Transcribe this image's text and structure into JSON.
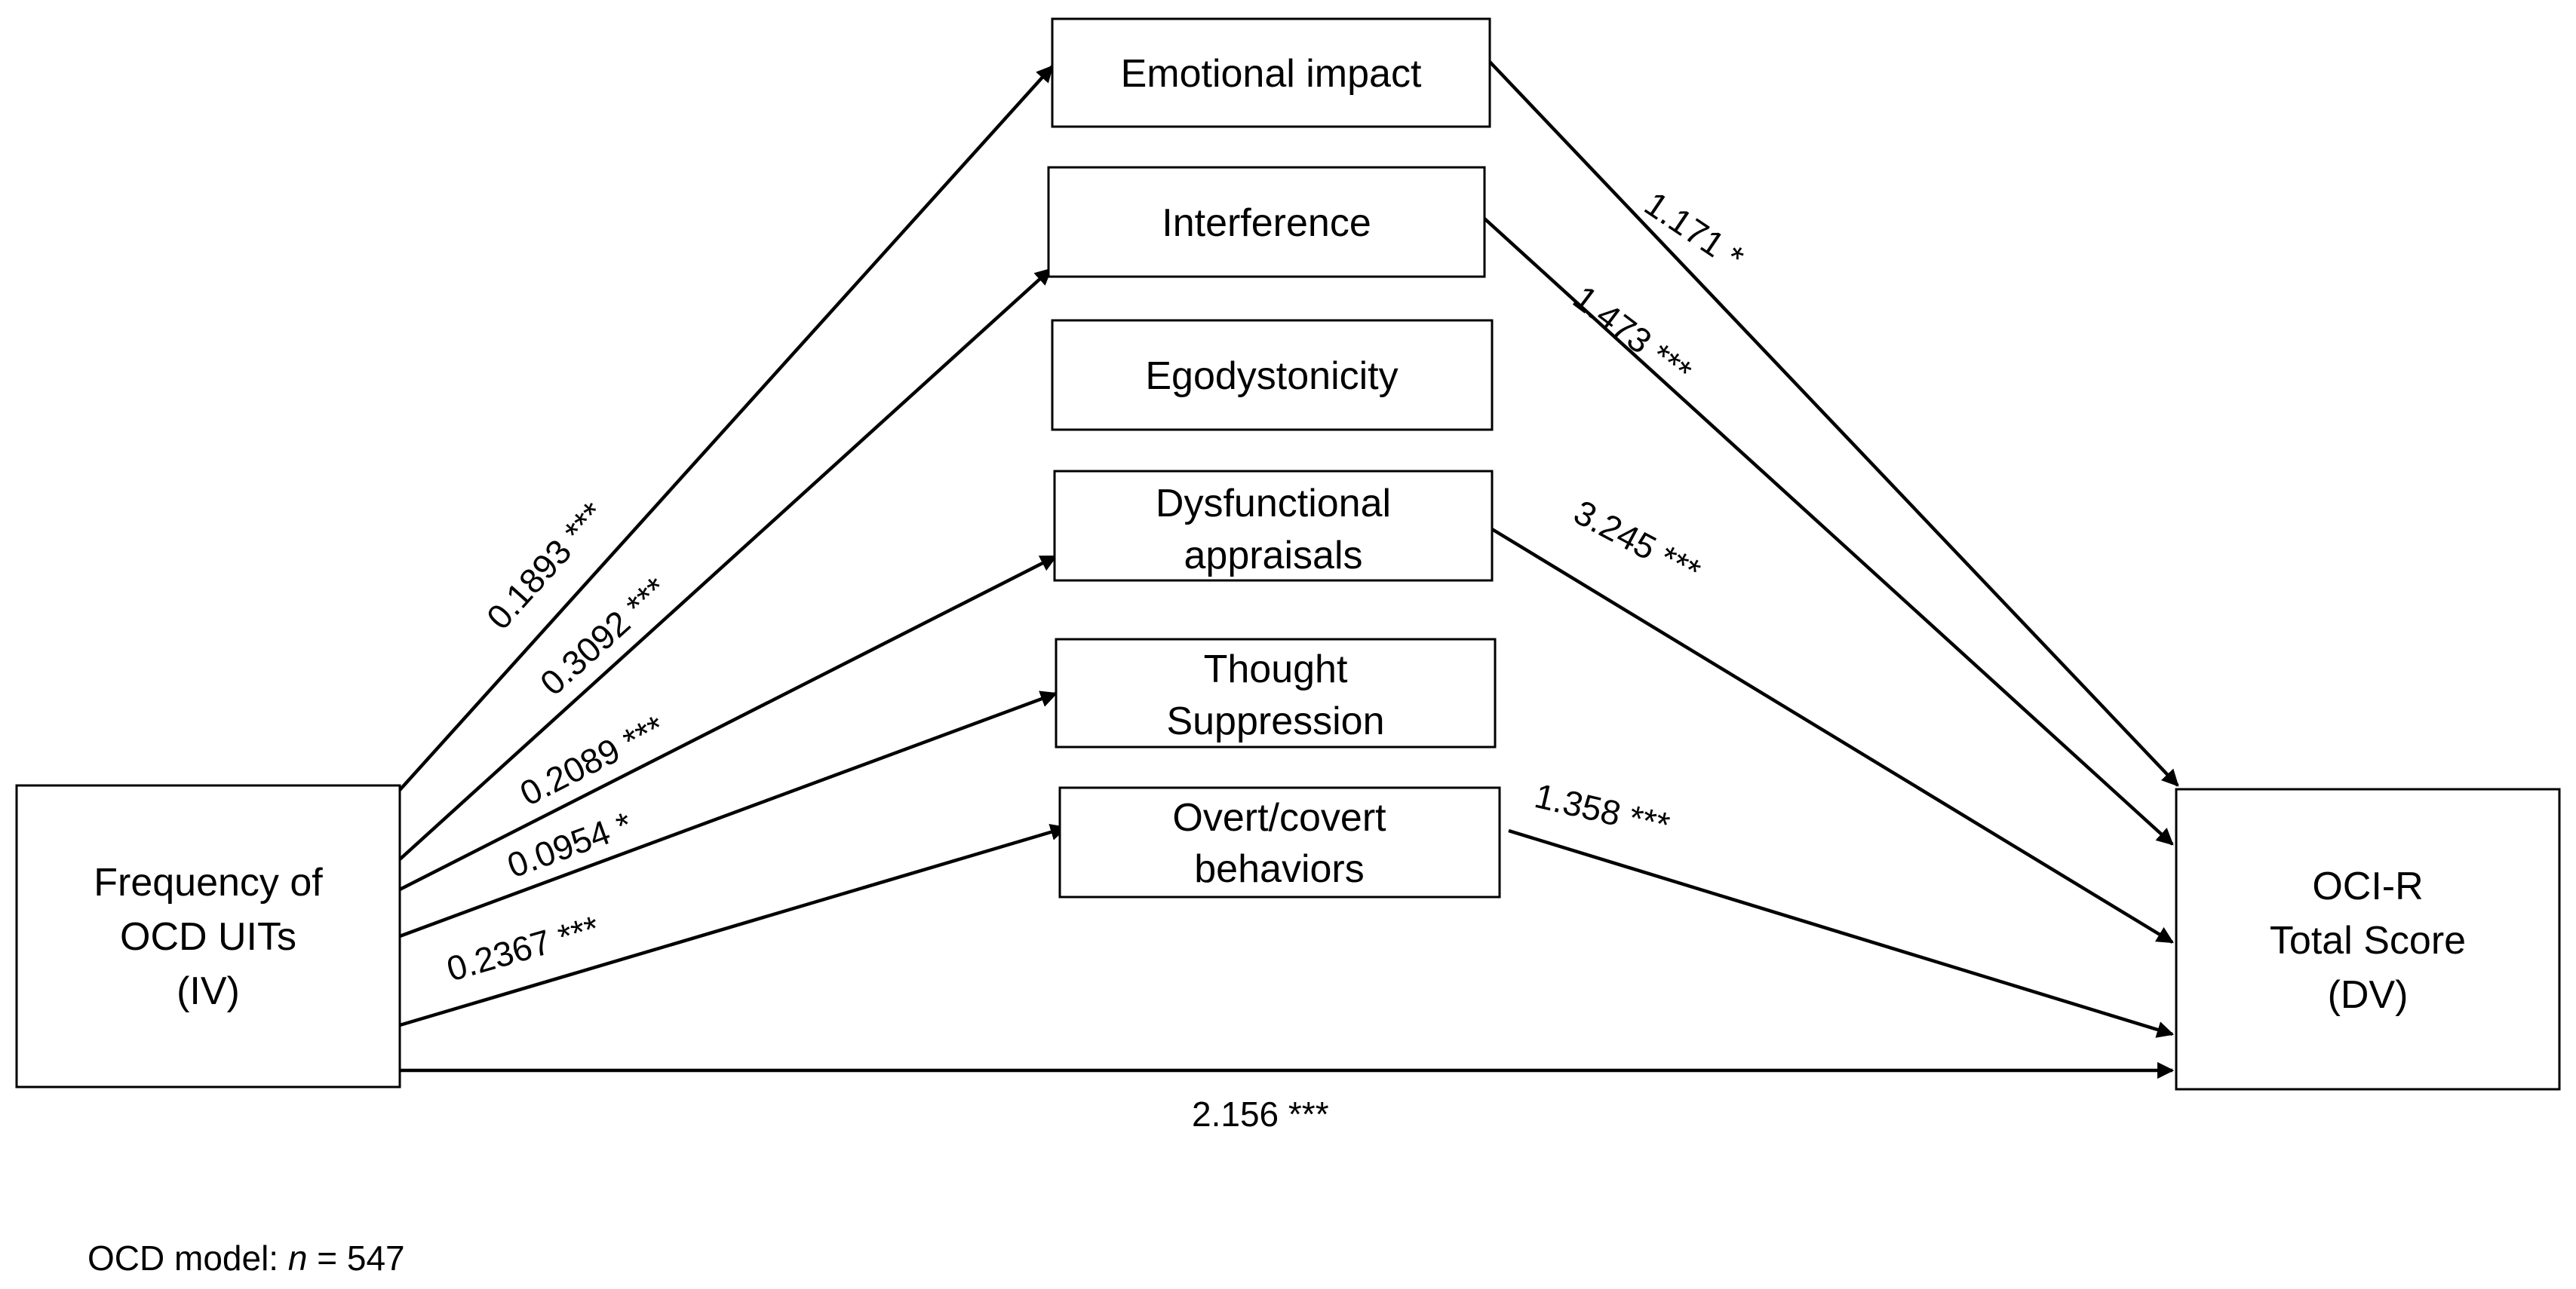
{
  "nodes": {
    "iv": {
      "lines": [
        "Frequency of",
        "OCD UITs",
        "(IV)"
      ]
    },
    "emotional_impact": {
      "lines": [
        "Emotional impact"
      ]
    },
    "interference": {
      "lines": [
        "Interference"
      ]
    },
    "egodystonicity": {
      "lines": [
        "Egodystonicity"
      ]
    },
    "dysfunctional_appraisals": {
      "lines": [
        "Dysfunctional",
        "appraisals"
      ]
    },
    "thought_suppression": {
      "lines": [
        "Thought",
        "Suppression"
      ]
    },
    "overt_covert": {
      "lines": [
        "Overt/covert",
        "behaviors"
      ]
    },
    "dv": {
      "lines": [
        "OCI-R",
        "Total Score",
        "(DV)"
      ]
    }
  },
  "edges": {
    "a_emotional": "0.1893 ***",
    "a_interference": "0.3092 ***",
    "a_dysfunctional": "0.2089 ***",
    "a_suppression": "0.0954 *",
    "a_overt": "0.2367 ***",
    "b_emotional": "1.171 *",
    "b_interference": "1.473 ***",
    "b_dysfunctional": "3.245 ***",
    "b_overt": "1.358 ***",
    "c_direct": "2.156 ***"
  },
  "footnote": {
    "prefix": "OCD model: ",
    "n_symbol": "n",
    "suffix": " = 547"
  }
}
